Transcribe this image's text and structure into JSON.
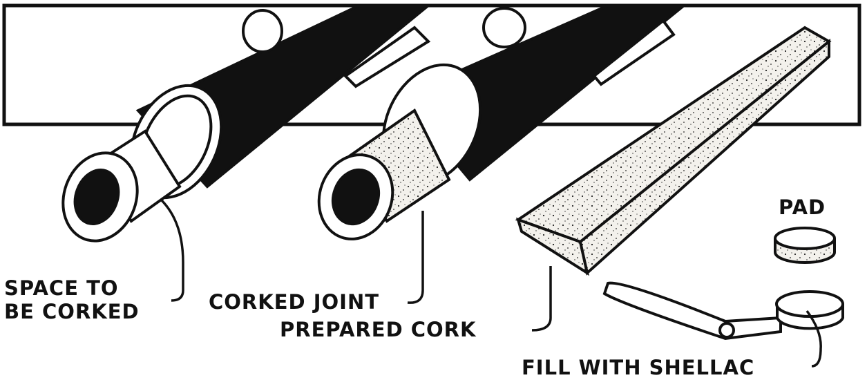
{
  "labels": {
    "space_to_be_corked_line1": "SPACE TO",
    "space_to_be_corked_line2": "BE CORKED",
    "corked_joint": "CORKED JOINT",
    "prepared_cork": "PREPARED CORK",
    "pad": "PAD",
    "fill_with_shellac": "FILL WITH SHELLAC"
  },
  "colors": {
    "ink": "#111111",
    "paper": "#ffffff",
    "cork": "#e8e4da"
  }
}
